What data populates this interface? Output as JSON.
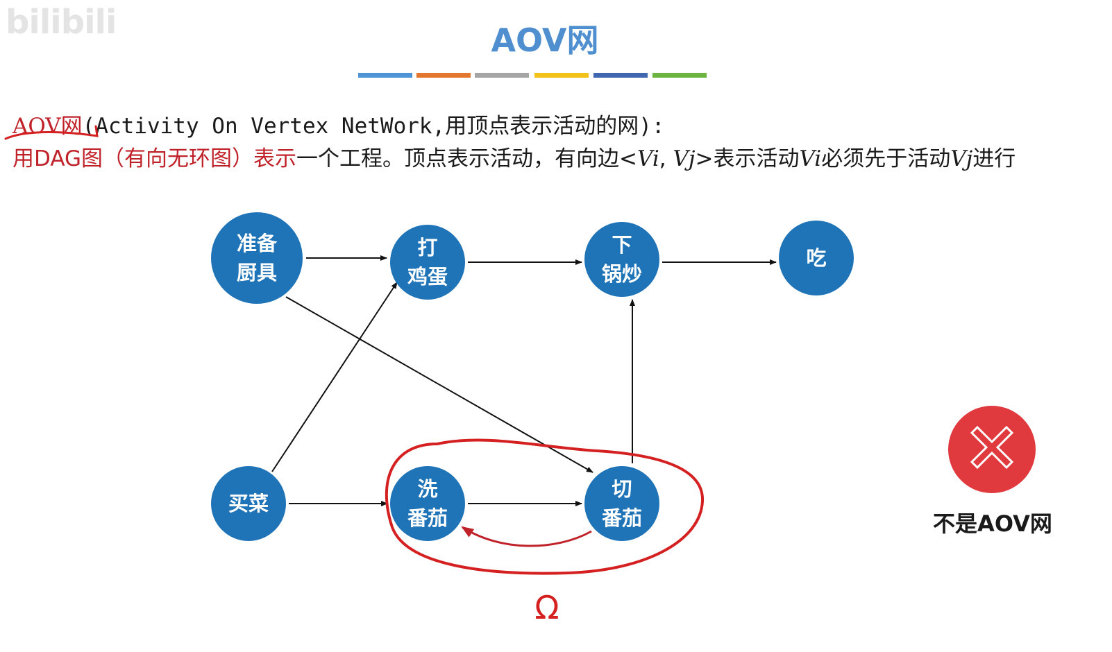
{
  "watermark": "bilibili",
  "title": "AOV网",
  "color_bar": [
    "#4f94d4",
    "#e4772f",
    "#a5a5a5",
    "#f2c21b",
    "#3f68b1",
    "#6ab43f"
  ],
  "definition": {
    "term": "AOV网",
    "paren_open": "(",
    "expansion": "Activity On Vertex NetWork,",
    "expansion_cn": "用顶点表示活动的网",
    "paren_close": "):"
  },
  "description": {
    "red_part": "用DAG图（有向无环图）表示",
    "text1": "一个工程。顶点表示活动，有向边<",
    "vi": "Vi",
    "comma": ", ",
    "vj": "Vj",
    "text2": ">表示活动",
    "vi2": "Vi",
    "text3": "必须先于活动",
    "vj2": "Vj",
    "text4": "进行"
  },
  "graph": {
    "node_color": "#1f73b7",
    "nodes": [
      {
        "id": "prepare",
        "lines": [
          "准备",
          "厨具"
        ]
      },
      {
        "id": "egg",
        "lines": [
          "打",
          "鸡蛋"
        ]
      },
      {
        "id": "fry",
        "lines": [
          "下",
          "锅炒"
        ]
      },
      {
        "id": "eat",
        "lines": [
          "吃"
        ]
      },
      {
        "id": "buy",
        "lines": [
          "买菜"
        ]
      },
      {
        "id": "wash",
        "lines": [
          "洗",
          "番茄"
        ]
      },
      {
        "id": "cut",
        "lines": [
          "切",
          "番茄"
        ]
      }
    ],
    "edges": [
      {
        "from": "prepare",
        "to": "egg"
      },
      {
        "from": "egg",
        "to": "fry"
      },
      {
        "from": "fry",
        "to": "eat"
      },
      {
        "from": "prepare",
        "to": "cut"
      },
      {
        "from": "buy",
        "to": "egg"
      },
      {
        "from": "buy",
        "to": "wash"
      },
      {
        "from": "wash",
        "to": "cut"
      },
      {
        "from": "cut",
        "to": "fry"
      },
      {
        "from": "cut",
        "to": "wash",
        "annotation": true
      }
    ]
  },
  "annotation": {
    "color": "#d42020",
    "loop_symbol": "Ω"
  },
  "verdict": {
    "icon": "x-mark",
    "color": "#e0393e",
    "label": "不是AOV网"
  }
}
